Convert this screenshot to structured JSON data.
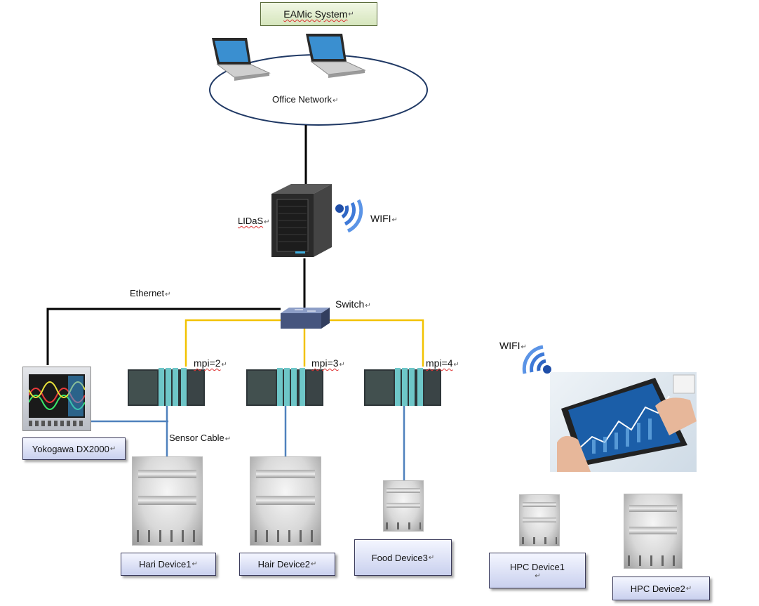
{
  "system_title": "EAMic System",
  "office_network": {
    "label": "Office Network"
  },
  "server": {
    "label": "LIDaS"
  },
  "server_wifi": {
    "label": "WIFI"
  },
  "switch": {
    "label": "Switch"
  },
  "ethernet": {
    "label": "Ethernet"
  },
  "plcs": [
    {
      "label": "mpi=2"
    },
    {
      "label": "mpi=3"
    },
    {
      "label": "mpi=4"
    }
  ],
  "sensor_cable": {
    "label": "Sensor  Cable"
  },
  "recorder": {
    "label": "Yokogawa DX2000"
  },
  "tablet_wifi": {
    "label": "WIFI"
  },
  "devices": [
    {
      "label": "Hari Device1"
    },
    {
      "label": "Hair Device2"
    },
    {
      "label": "Food Device3"
    },
    {
      "label": "HPC Device1"
    },
    {
      "label": "HPC Device2"
    }
  ],
  "colors": {
    "ethernet_line": "#000000",
    "mpi_line": "#f2c200",
    "sensor_line": "#4f81bd",
    "network_ellipse": "#1f3864"
  }
}
